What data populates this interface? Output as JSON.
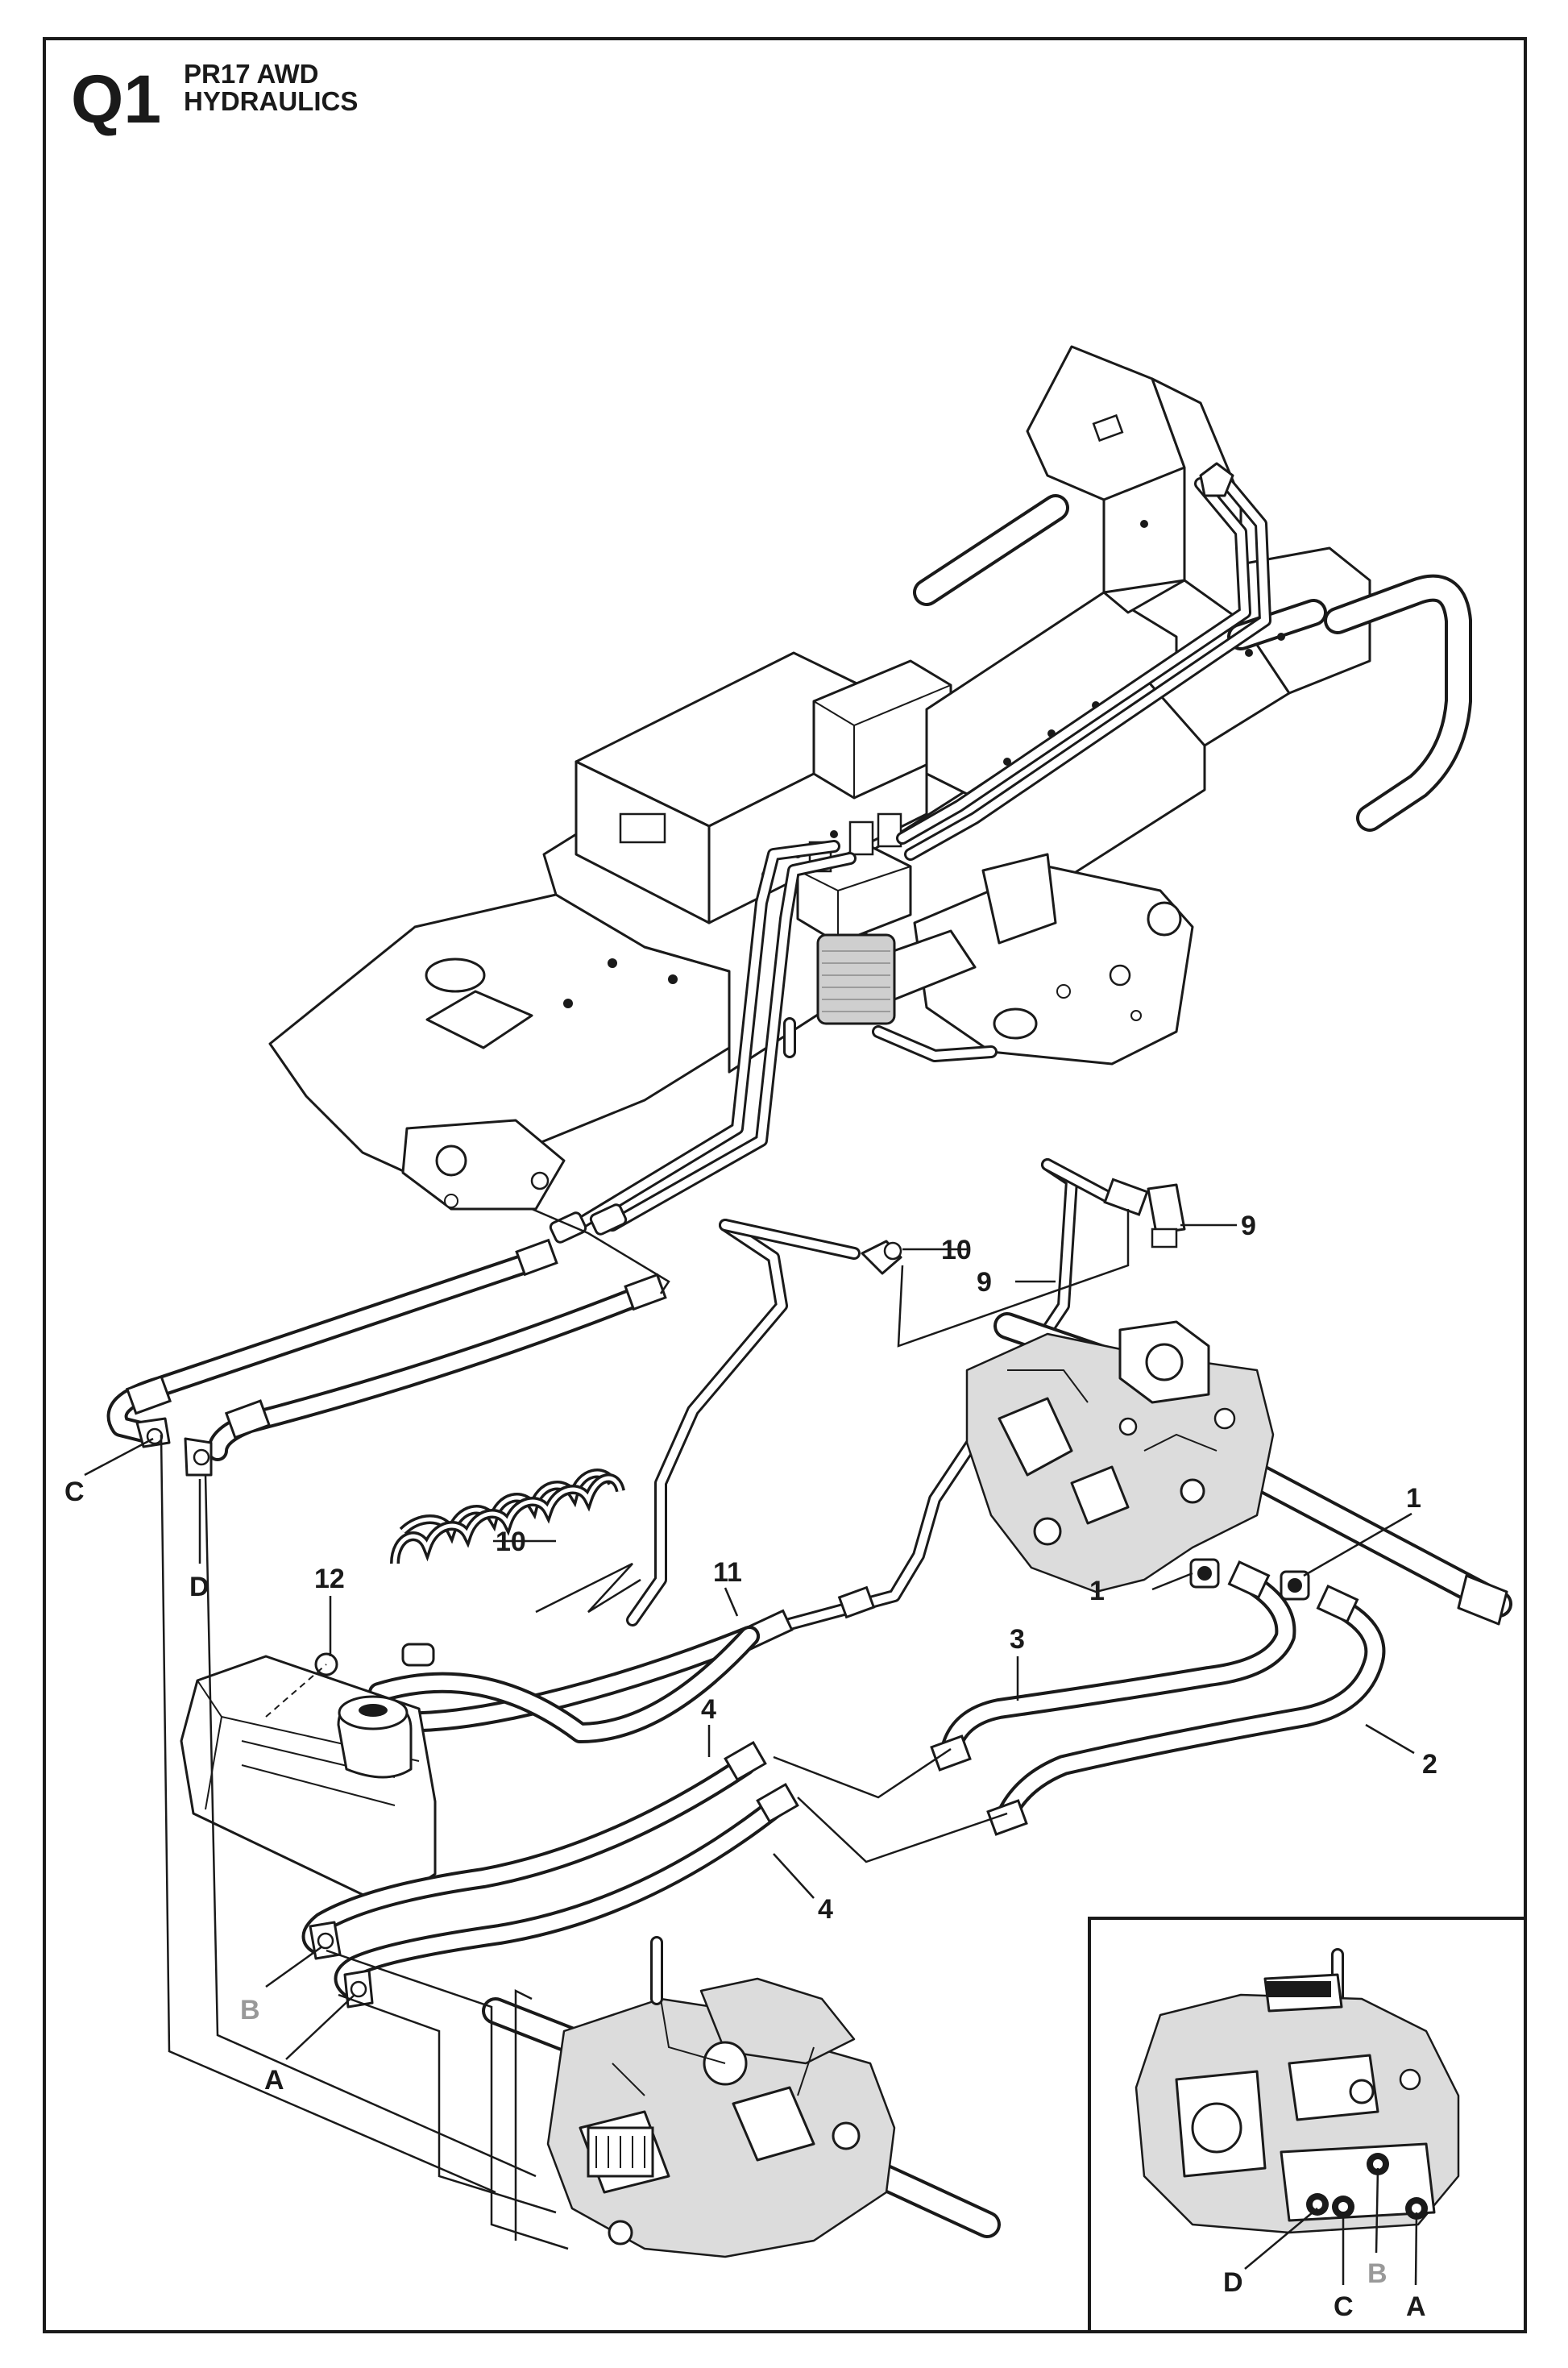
{
  "header": {
    "code": "Q1",
    "model": "PR17 AWD",
    "section": "HYDRAULICS"
  },
  "callouts": {
    "c1a": "1",
    "c1b": "1",
    "c2": "2",
    "c3": "3",
    "c4a": "4",
    "c4b": "4",
    "c9a": "9",
    "c9b": "9",
    "c10a": "10",
    "c10b": "10",
    "c11": "11",
    "c12": "12",
    "portC": "C",
    "portD": "D",
    "portB": "B",
    "portA": "A"
  },
  "inset": {
    "portD": "D",
    "portC": "C",
    "portB": "B",
    "portA": "A"
  },
  "colors": {
    "line": "#1a1a1a",
    "muted_label": "#999999",
    "background": "#ffffff"
  }
}
